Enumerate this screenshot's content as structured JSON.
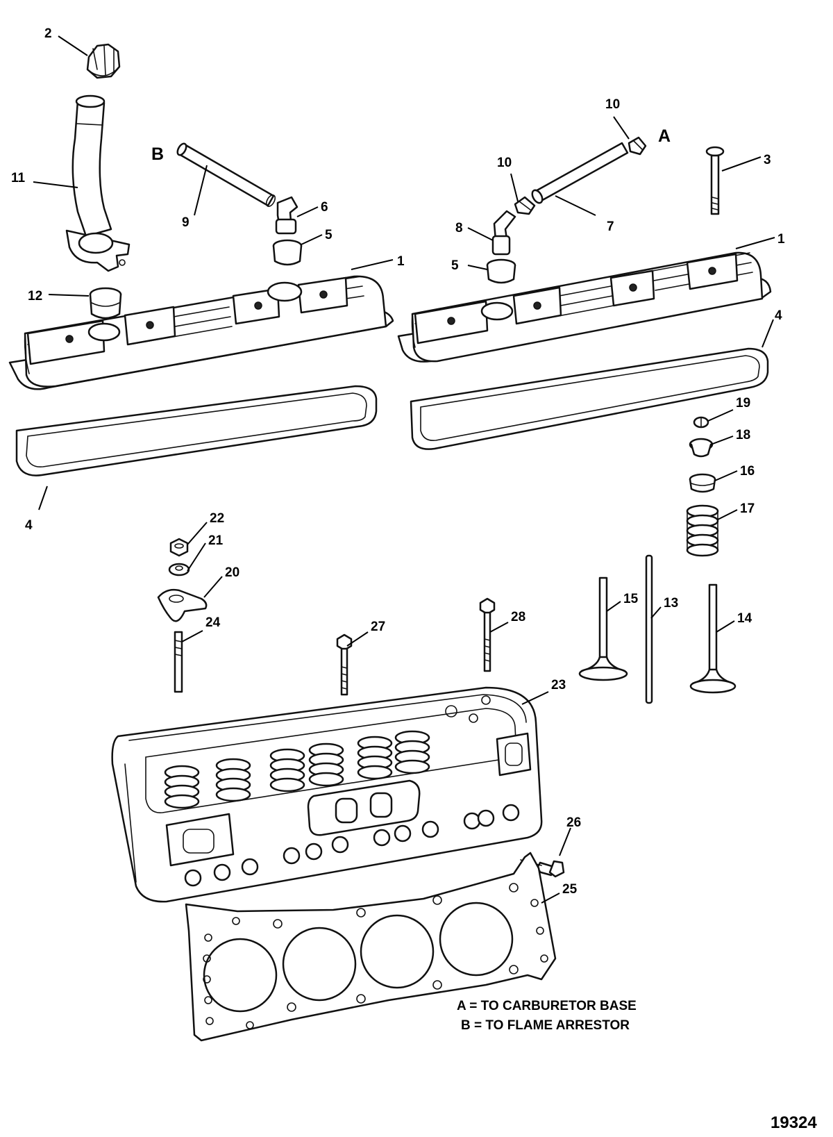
{
  "callouts": {
    "n1a": "1",
    "n1b": "1",
    "n2": "2",
    "n3": "3",
    "n4a": "4",
    "n4b": "4",
    "n5a": "5",
    "n5b": "5",
    "n6": "6",
    "n7": "7",
    "n8": "8",
    "n9": "9",
    "n10a": "10",
    "n10b": "10",
    "n11": "11",
    "n12": "12",
    "n13": "13",
    "n14": "14",
    "n15": "15",
    "n16": "16",
    "n17": "17",
    "n18": "18",
    "n19": "19",
    "n20": "20",
    "n21": "21",
    "n22": "22",
    "n23": "23",
    "n24": "24",
    "n25": "25",
    "n26": "26",
    "n27": "27",
    "n28": "28"
  },
  "markers": {
    "a": "A",
    "b": "B"
  },
  "legend": {
    "line_a": "A = TO CARBURETOR BASE",
    "line_b": "B = TO FLAME ARRESTOR"
  },
  "figure_number": "19324"
}
